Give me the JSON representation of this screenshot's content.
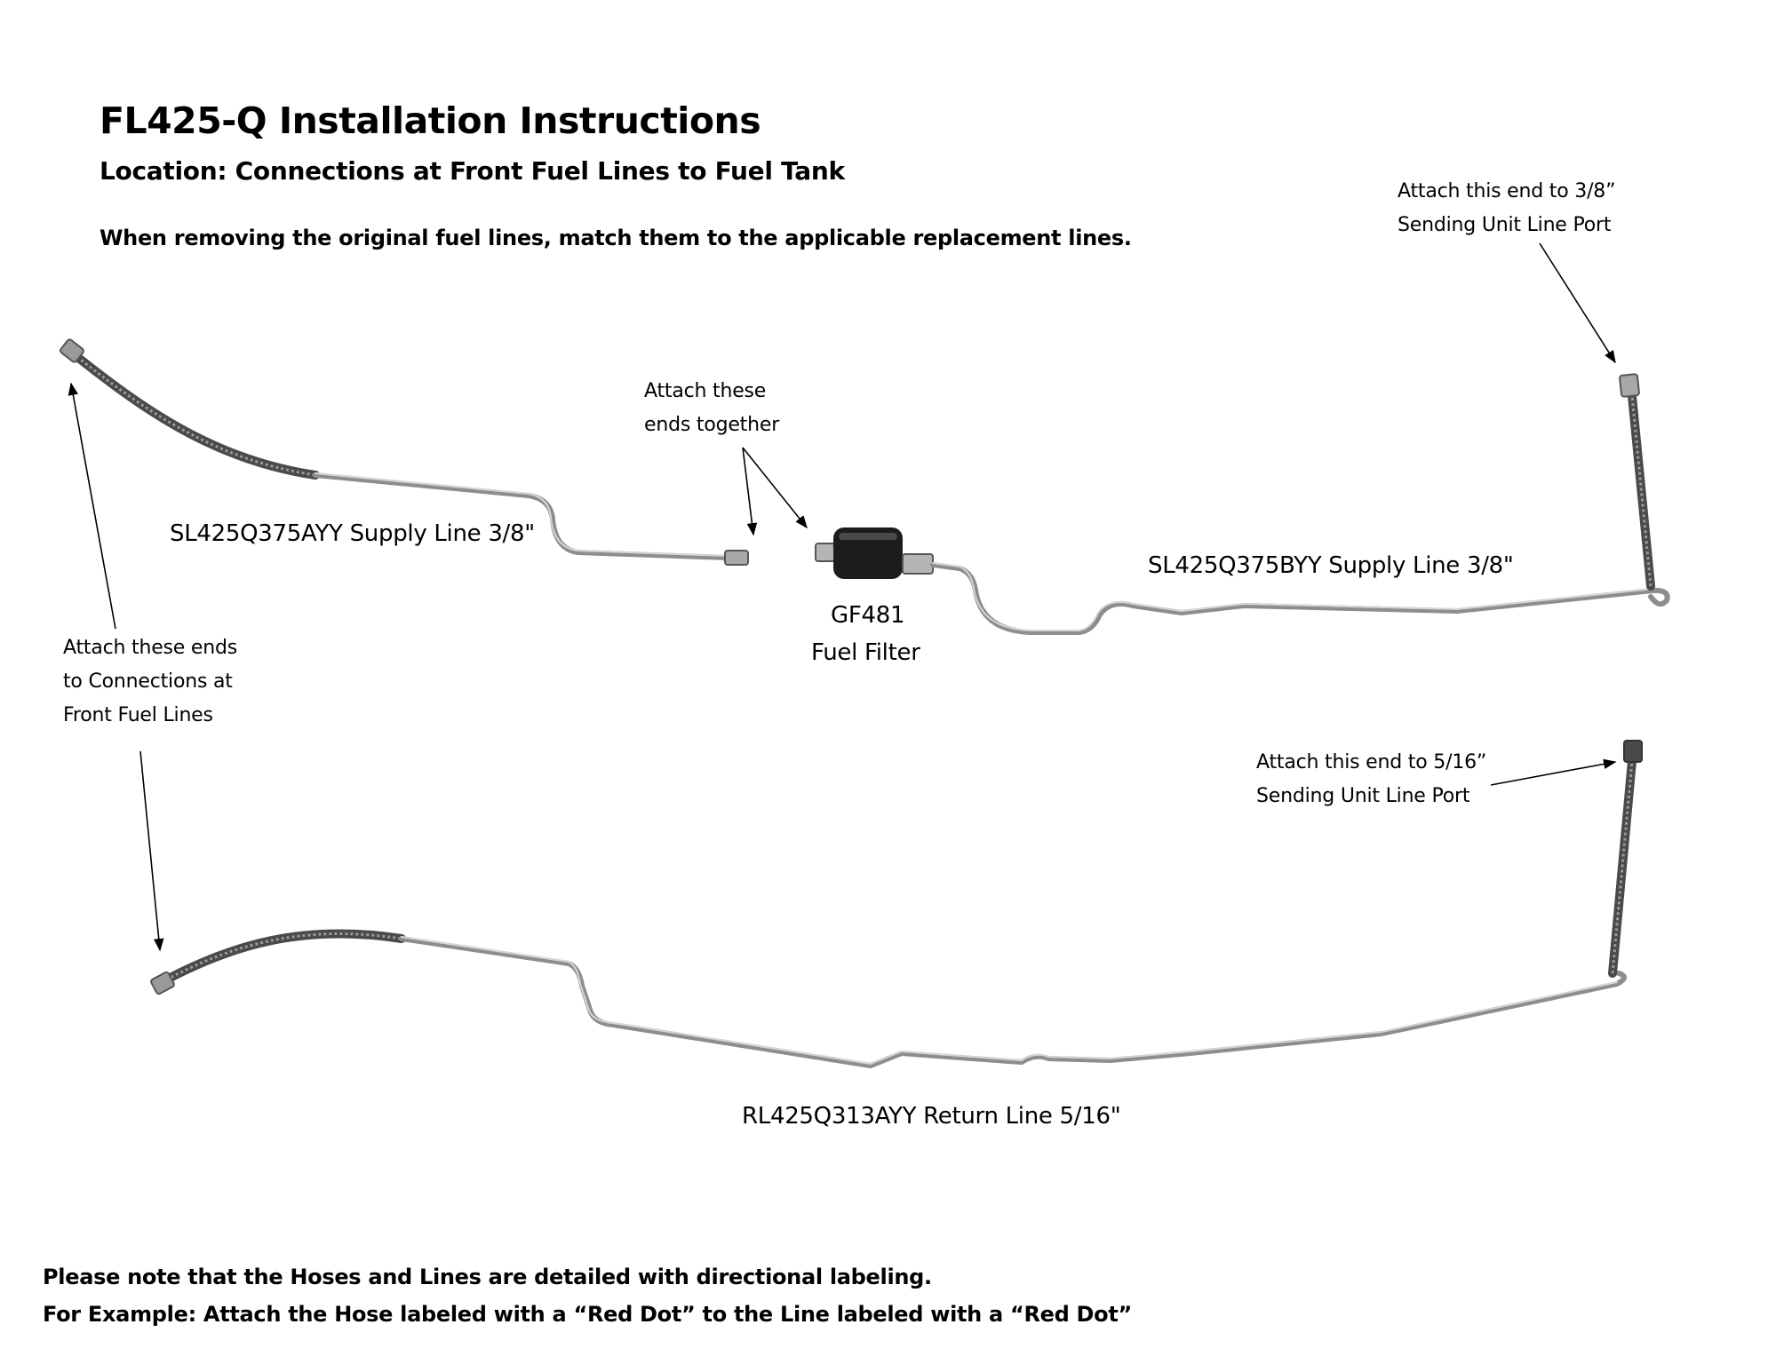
{
  "header": {
    "title": "FL425-Q Installation Instructions",
    "subtitle": "Location:  Connections at Front Fuel Lines to Fuel Tank",
    "intro": "When removing the original fuel lines, match them to the applicable replacement lines."
  },
  "parts": {
    "supply_a": "SL425Q375AYY Supply Line 3/8\"",
    "supply_b": "SL425Q375BYY Supply Line 3/8\"",
    "filter_code": "GF481",
    "filter_name": "Fuel Filter",
    "return_line": "RL425Q313AYY Return Line 5/16\""
  },
  "annotations": {
    "attach_together": [
      "Attach these",
      "ends together"
    ],
    "attach_front": [
      "Attach these ends",
      "to Connections at",
      "Front Fuel Lines"
    ],
    "attach_38": [
      "Attach this end to 3/8”",
      "Sending Unit Line Port"
    ],
    "attach_516": [
      "Attach this end to 5/16”",
      "Sending Unit Line Port"
    ]
  },
  "footer": {
    "note_1": "Please note that the Hoses and Lines are detailed with directional labeling.",
    "note_2": "For Example: Attach the Hose labeled with a “Red Dot” to the Line labeled with a “Red Dot”"
  },
  "colors": {
    "line_steel": "#8d8d8d",
    "hose_braid": "#4a4a4a",
    "filter_body": "#1c1c1c"
  }
}
